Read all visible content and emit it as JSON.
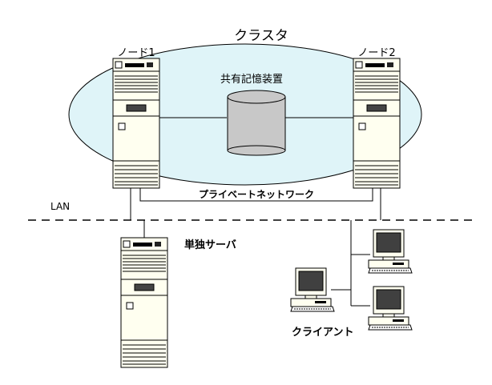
{
  "labels": {
    "cluster": "クラスタ",
    "node1": "ノード1",
    "node2": "ノード2",
    "shared_storage": "共有記憶装置",
    "private_network": "プライベートネットワーク",
    "lan": "LAN",
    "standalone_server": "単独サーバ",
    "client": "クライアント"
  },
  "colors": {
    "cluster_fill": "#dff4f8",
    "server_body": "#fffff0",
    "disk_fill": "#c8c8c8",
    "monitor_screen": "#404040",
    "line": "#000000"
  }
}
